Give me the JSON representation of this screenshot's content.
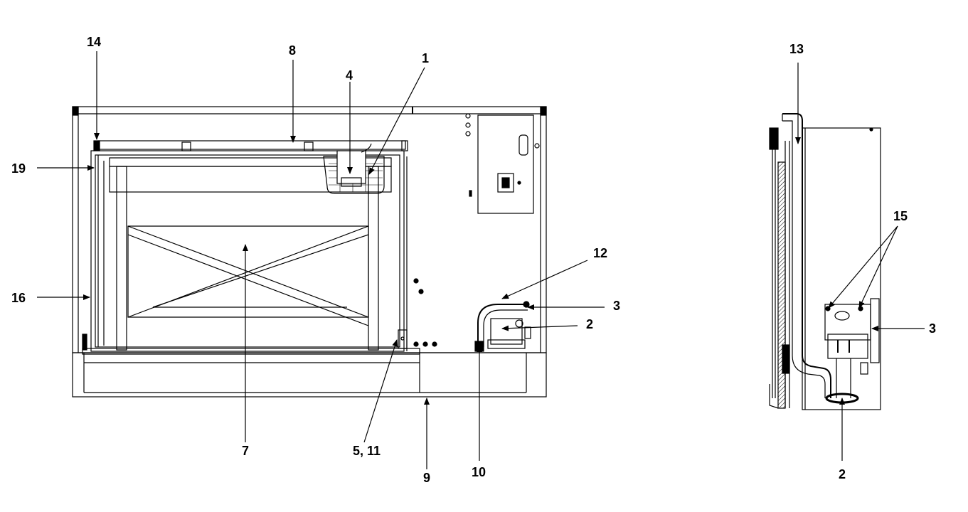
{
  "callouts": {
    "c1": "1",
    "c2_front": "2",
    "c2_side": "2",
    "c3_front": "3",
    "c3_side": "3",
    "c4": "4",
    "c5_11": "5, 11",
    "c7": "7",
    "c8": "8",
    "c9": "9",
    "c10": "10",
    "c12": "12",
    "c13": "13",
    "c14": "14",
    "c15": "15",
    "c16": "16",
    "c19": "19"
  },
  "colors": {
    "line": "#000000",
    "background": "#ffffff"
  }
}
